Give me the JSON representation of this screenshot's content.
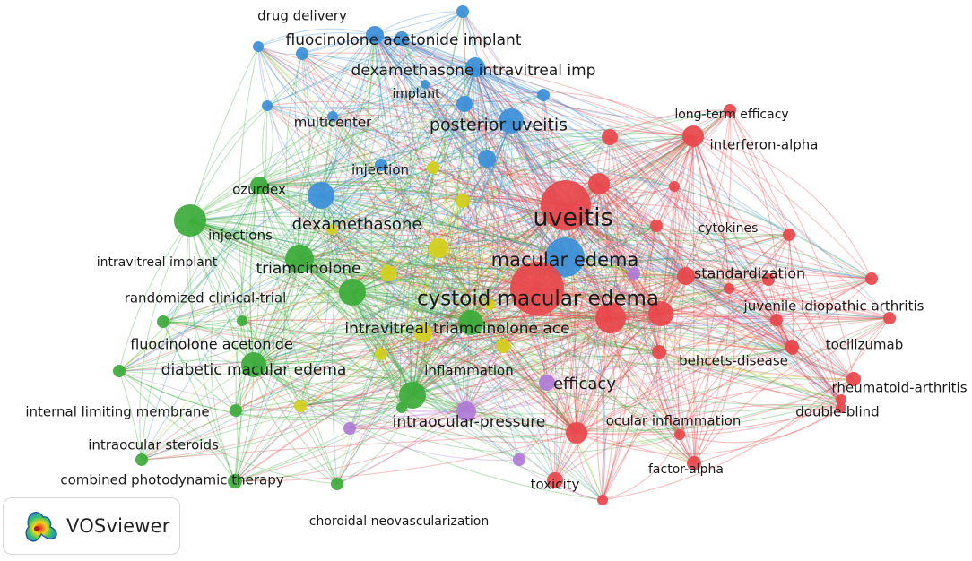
{
  "brand": {
    "name": "VOSviewer",
    "icon": "vosviewer-logo-icon"
  },
  "colors": {
    "red": "#e8474b",
    "green": "#3cab3a",
    "blue": "#3b8fd8",
    "yellow": "#d3cf1b",
    "purple": "#b07ad6"
  },
  "clusters": [
    {
      "color": "blue",
      "terms": [
        "drug delivery",
        "fluocinolone acetonide implant",
        "dexamethasone intravitreal imp",
        "implant",
        "multicenter",
        "posterior uveitis",
        "injection",
        "dexamethasone",
        "macular edema"
      ]
    },
    {
      "color": "red",
      "terms": [
        "long-term efficacy",
        "interferon-alpha",
        "uveitis",
        "cytokines",
        "standardization",
        "cystoid macular edema",
        "juvenile idiopathic arthritis",
        "tocilizumab",
        "behcets-disease",
        "rheumatoid-arthritis",
        "double-blind",
        "ocular inflammation",
        "factor-alpha",
        "toxicity"
      ]
    },
    {
      "color": "green",
      "terms": [
        "ozurdex",
        "injections",
        "intravitreal implant",
        "triamcinolone",
        "randomized clinical-trial",
        "intravitreal triamcinolone ace",
        "fluocinolone acetonide",
        "diabetic macular edema",
        "internal limiting membrane",
        "intraocular steroids",
        "combined photodynamic therapy",
        "choroidal neovascularization",
        "intraocular-pressure"
      ]
    },
    {
      "color": "yellow",
      "terms": [
        "inflammation"
      ]
    },
    {
      "color": "purple",
      "terms": [
        "efficacy"
      ]
    }
  ]
}
